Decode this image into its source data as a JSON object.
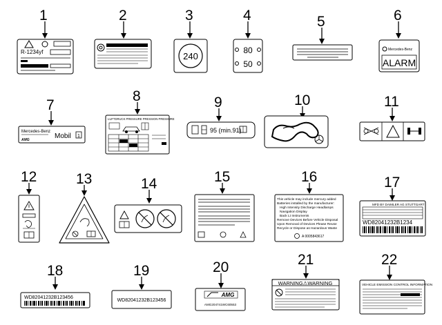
{
  "callouts": [
    "1",
    "2",
    "3",
    "4",
    "5",
    "6",
    "7",
    "8",
    "9",
    "10",
    "11",
    "12",
    "13",
    "14",
    "15",
    "16",
    "17",
    "18",
    "19",
    "20",
    "21",
    "22"
  ],
  "labels": {
    "l1_refrigerant": "R-1234yf",
    "l3_speed": "240",
    "l4_speed_top": "80",
    "l4_speed_bottom": "50",
    "l6_brand": "Mercedes-Benz",
    "l6_alarm": "ALARM",
    "l7_brand": "Mercedes-Benz",
    "l7_mobil": "Mobil",
    "l7_mobil_num": "1",
    "l7_amg": "AMG",
    "l8_header": "LUFTDRUCK PRESSURE PRESSION PRESSURE",
    "l9_fuel": "95 (min.91)",
    "l16_lines": [
      "This vehicle may include mercury added",
      "Batteries installed by the manufacturer:",
      "High Intensity Discharge Headlamps",
      "Navigation Display",
      "Back Lt Instruments",
      "Remove Devices Before Vehicle Disposal",
      "Upon Removal of Devices Please Reuse",
      "Recycle or Dispose as Hazardous Waste"
    ],
    "l16_partno": "A 0005843617",
    "l17_header": "MFD BY DAIMLER AG STUTTGART",
    "l17_vin": "WD82041232B1234",
    "l18_vin": "WD82041232B123456",
    "l19_vin": "WD82041232B123456",
    "l20_amg": "AMG",
    "l20_code": "AMG204741WC60553",
    "l21_warning": "WARNING⚠WARNING",
    "l22_header": "VEHICLE EMISSION CONTROL INFORMATION"
  },
  "colors": {
    "ink": "#000000",
    "paper": "#ffffff",
    "fill_dark": "#1a1a1a"
  }
}
